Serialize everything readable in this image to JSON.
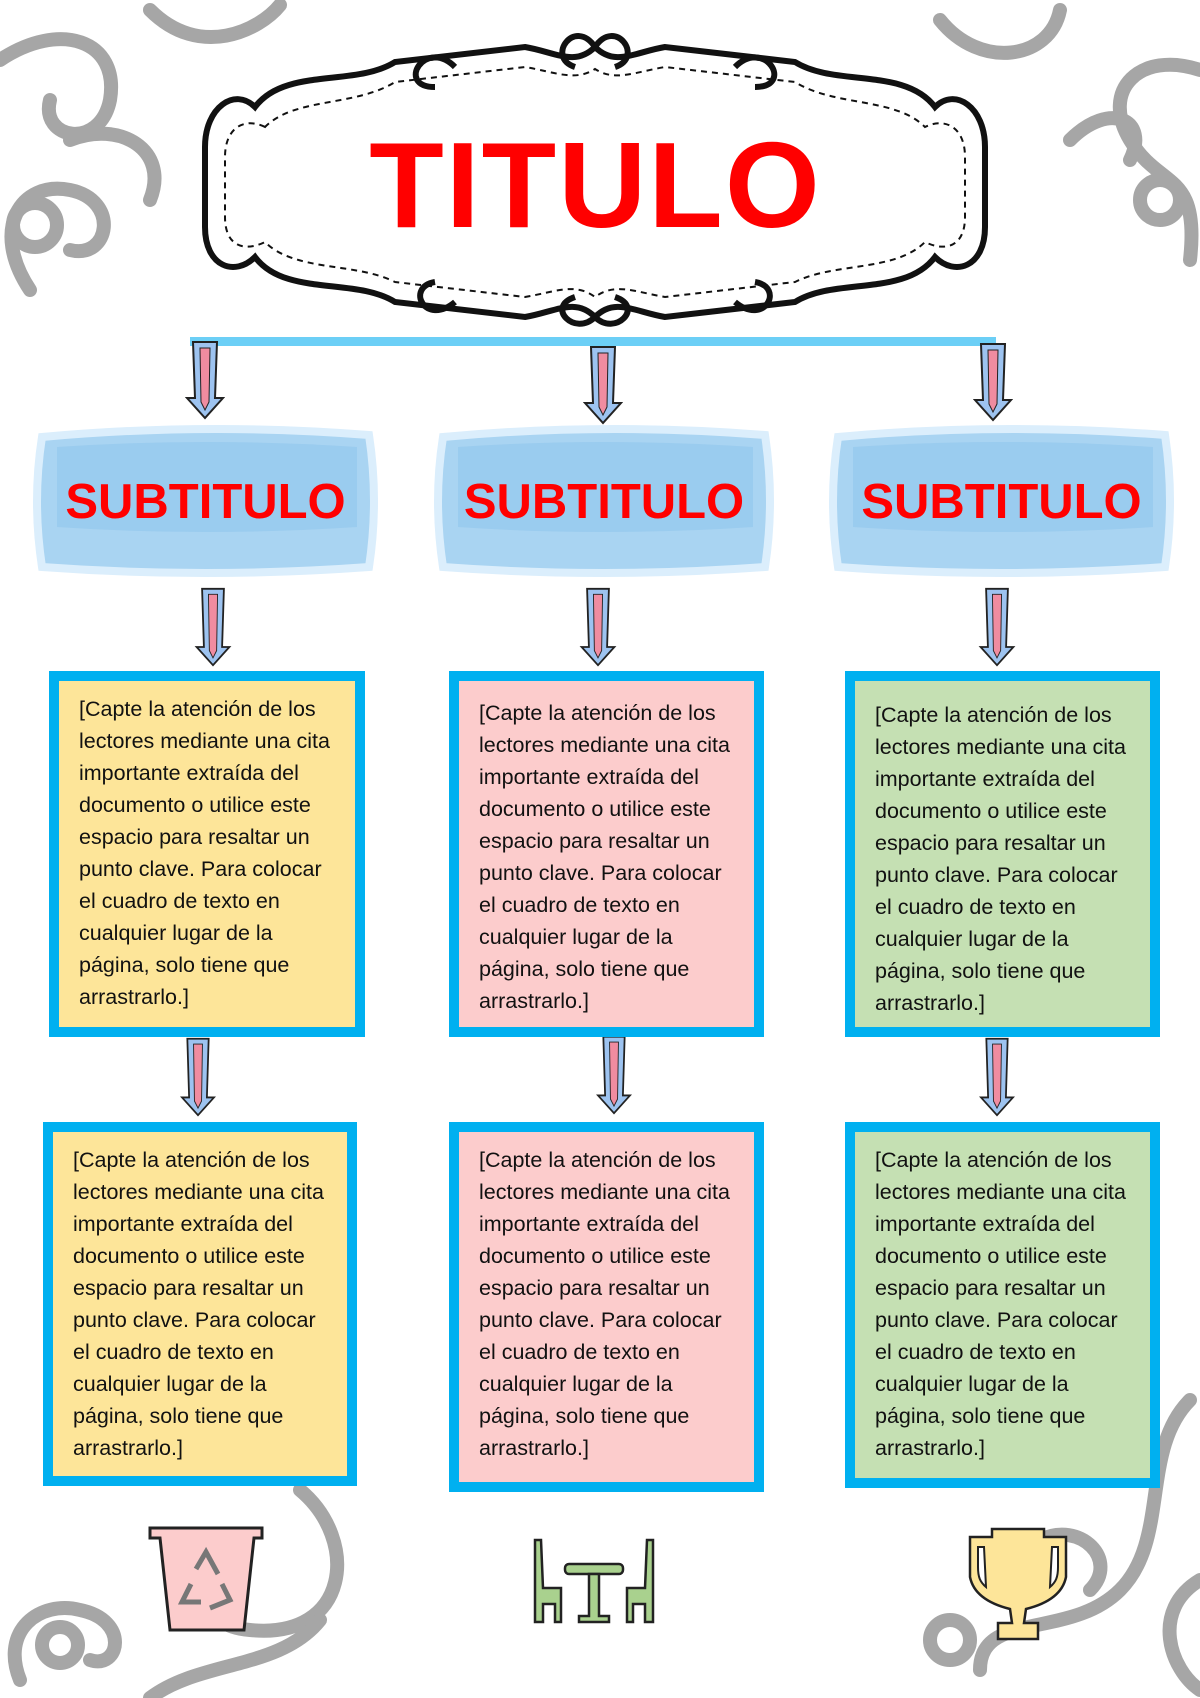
{
  "title": "TITULO",
  "columns": [
    {
      "subtitle": "SUBTITULO",
      "color": "#fde599",
      "boxes": [
        "[Capte la atención de los lectores mediante una cita importante extraída del documento o utilice este espacio para resaltar un punto clave. Para colocar el cuadro de texto en cualquier lugar de la página, solo tiene que arrastrarlo.]",
        "[Capte la atención de los lectores mediante una cita importante extraída del documento o utilice este espacio para resaltar un punto clave. Para colocar el cuadro de texto en cualquier lugar de la página, solo tiene que arrastrarlo.]"
      ],
      "icon": "recycle-bin-icon"
    },
    {
      "subtitle": "SUBTITULO",
      "color": "#fccccc",
      "boxes": [
        "[Capte la atención de los lectores mediante una cita importante extraída del documento o utilice este espacio para resaltar un punto clave. Para colocar el cuadro de texto en cualquier lugar de la página, solo tiene que arrastrarlo.]",
        "[Capte la atención de los lectores mediante una cita importante extraída del documento o utilice este espacio para resaltar un punto clave. Para colocar el cuadro de texto en cualquier lugar de la página, solo tiene que arrastrarlo.]"
      ],
      "icon": "table-chairs-icon"
    },
    {
      "subtitle": "SUBTITULO",
      "color": "#c5e0b3",
      "boxes": [
        "[Capte la atención de los lectores mediante una cita importante extraída del documento o utilice este espacio para resaltar un punto clave. Para colocar el cuadro de texto en cualquier lugar de la página, solo tiene que arrastrarlo.]",
        "[Capte la atención de los lectores mediante una cita importante extraída del documento o utilice este espacio para resaltar un punto clave. Para colocar el cuadro de texto en cualquier lugar de la página, solo tiene que arrastrarlo.]"
      ],
      "icon": "trophy-icon"
    }
  ],
  "colors": {
    "title": "#ff0000",
    "box_border": "#00b0f0",
    "connector": "#6ccff6",
    "arrow_fill": "#f08ca0",
    "arrow_outline": "#9dc3f0",
    "ornament": "#a6a6a6"
  }
}
